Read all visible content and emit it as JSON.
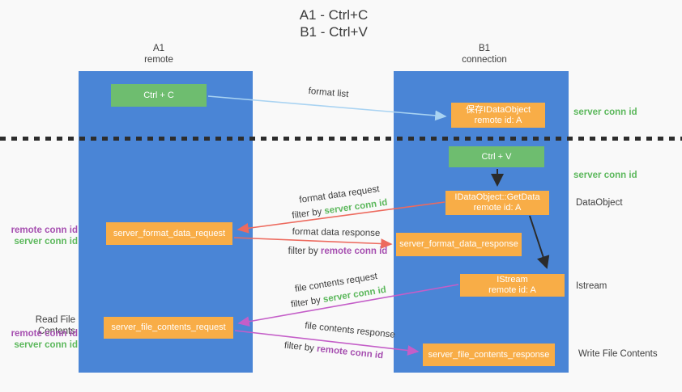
{
  "title": {
    "line1": "A1 - Ctrl+C",
    "line2": "B1 - Ctrl+V"
  },
  "columns": {
    "a1": {
      "id": "A1",
      "role": "remote"
    },
    "b1": {
      "id": "B1",
      "role": "connection"
    }
  },
  "nodes": {
    "ctrl_c": {
      "label": "Ctrl + C"
    },
    "save_dataobject": {
      "line1": "保存IDataObject",
      "line2": "remote id: A"
    },
    "ctrl_v": {
      "label": "Ctrl + V"
    },
    "getdata": {
      "line1": "IDataObject::GetData",
      "line2": "remote id: A"
    },
    "format_request": {
      "label": "server_format_data_request"
    },
    "format_response": {
      "label": "server_format_data_response"
    },
    "istream": {
      "line1": "IStream",
      "line2": "remote id: A"
    },
    "file_request": {
      "label": "server_file_contents_request"
    },
    "file_response": {
      "label": "server_file_contents_response"
    }
  },
  "right_labels": {
    "server_conn_id_1": "server conn id",
    "server_conn_id_2": "server conn id",
    "dataobject": "DataObject",
    "istream": "Istream",
    "write_file_contents": "Write File Contents"
  },
  "left_labels": {
    "group1": {
      "remote_conn_id": "remote conn id",
      "server_conn_id": "server conn id"
    },
    "group2": {
      "read_file_contents": "Read File Contents",
      "remote_conn_id": "remote conn id",
      "server_conn_id": "server conn id"
    }
  },
  "flow_labels": {
    "format_list": "format list",
    "format_request": {
      "title": "format data request",
      "filter_prefix": "filter by ",
      "filter_key": "server conn id"
    },
    "format_response": {
      "title": "format data response",
      "filter_prefix": "filter by ",
      "filter_key": "remote conn id"
    },
    "file_request": {
      "title": "file contents request",
      "filter_prefix": "filter by ",
      "filter_key": "server conn id"
    },
    "file_response": {
      "title": "file contents response",
      "filter_prefix": "filter by ",
      "filter_key": "remote conn id"
    }
  },
  "colors": {
    "column_blue": "#4a85d6",
    "node_green": "#6ebd6f",
    "node_orange": "#f8ad47",
    "server_conn_green": "#5cb85c",
    "remote_conn_purple": "#a64fb0",
    "arrow_format_red": "#ed6a5e",
    "arrow_file_magenta": "#c45ec8",
    "arrow_format_list_blue": "#a9d3f2",
    "arrow_black": "#2b2b2b"
  }
}
